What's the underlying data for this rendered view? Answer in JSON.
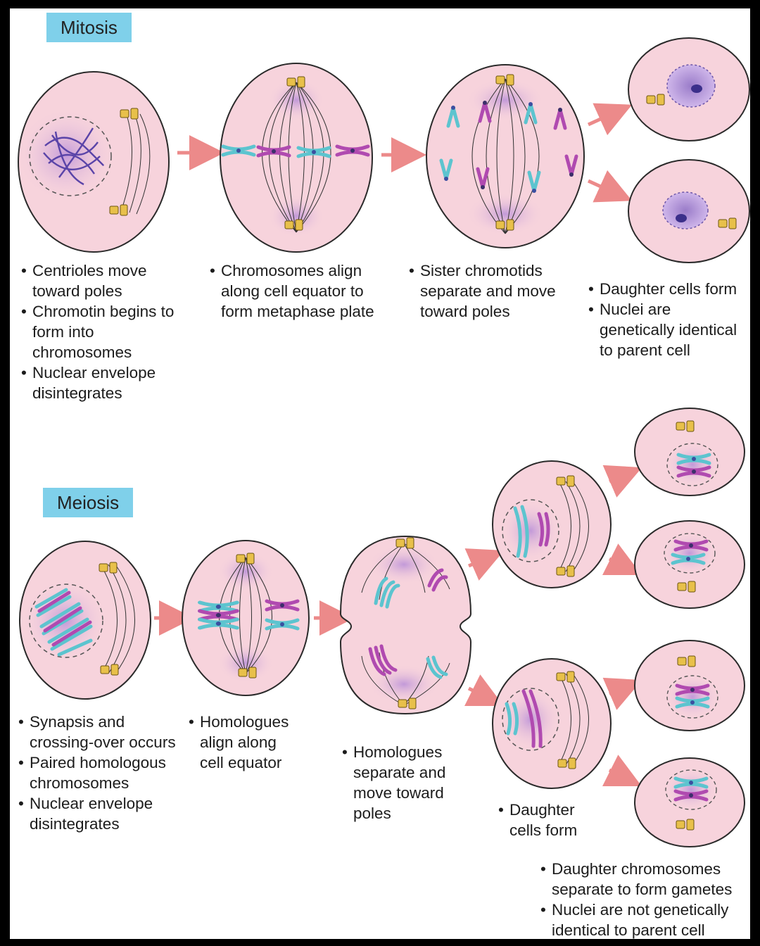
{
  "sections": {
    "mitosis": {
      "title": "Mitosis",
      "steps": [
        [
          "Centrioles move toward poles",
          "Chromotin begins to form into chromosomes",
          "Nuclear envelope disintegrates"
        ],
        [
          "Chromosomes align along cell equator to form metaphase plate"
        ],
        [
          "Sister chromotids separate and move toward poles"
        ],
        [
          "Daughter cells form",
          "Nuclei are genetically identical to parent cell"
        ]
      ]
    },
    "meiosis": {
      "title": "Meiosis",
      "steps": [
        [
          "Synapsis and crossing-over occurs",
          "Paired homologous chromosomes",
          "Nuclear envelope disintegrates"
        ],
        [
          "Homologues align along cell equator"
        ],
        [
          "Homologues separate and move toward poles"
        ],
        [
          "Daughter cells form"
        ],
        [
          "Daughter chromosomes separate to form gametes",
          "Nuclei are not genetically identical to parent cell"
        ]
      ]
    }
  },
  "colors": {
    "cell_fill": "#f7d3dc",
    "cell_stroke": "#2a2a2a",
    "spindle": "#333333",
    "purple_haze": "#c9a6e0",
    "chromosome_cyan": "#5cc4cf",
    "chromosome_magenta": "#b04ab0",
    "centriole": "#e8c04a",
    "arrow": "#ec8a8a",
    "label_bg": "#7fd0ea"
  }
}
